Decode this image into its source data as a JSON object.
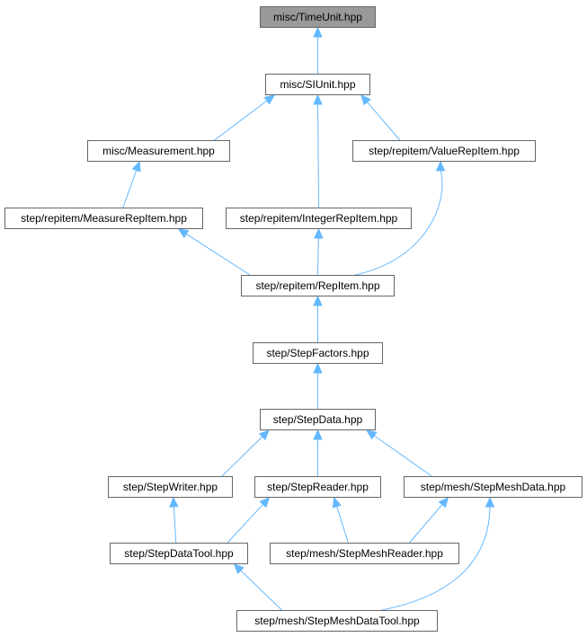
{
  "graph": {
    "edge_color": "#63b8ff",
    "node_border_color": "#666666",
    "highlight_fill": "#999999",
    "nodes": [
      {
        "id": "timeunit",
        "label": "misc/TimeUnit.hpp",
        "highlight": true
      },
      {
        "id": "siunit",
        "label": "misc/SIUnit.hpp"
      },
      {
        "id": "measurement",
        "label": "misc/Measurement.hpp"
      },
      {
        "id": "valuerepitem",
        "label": "step/repitem/ValueRepItem.hpp"
      },
      {
        "id": "measurerepitem",
        "label": "step/repitem/MeasureRepItem.hpp"
      },
      {
        "id": "integerrepitem",
        "label": "step/repitem/IntegerRepItem.hpp"
      },
      {
        "id": "repitem",
        "label": "step/repitem/RepItem.hpp"
      },
      {
        "id": "stepfactors",
        "label": "step/StepFactors.hpp"
      },
      {
        "id": "stepdata",
        "label": "step/StepData.hpp"
      },
      {
        "id": "stepwriter",
        "label": "step/StepWriter.hpp"
      },
      {
        "id": "stepreader",
        "label": "step/StepReader.hpp"
      },
      {
        "id": "stepmeshdata",
        "label": "step/mesh/StepMeshData.hpp"
      },
      {
        "id": "stepdatatool",
        "label": "step/StepDataTool.hpp"
      },
      {
        "id": "stepmeshreader",
        "label": "step/mesh/StepMeshReader.hpp"
      },
      {
        "id": "stepmeshdatatool",
        "label": "step/mesh/StepMeshDataTool.hpp"
      }
    ],
    "edges": [
      {
        "from": "siunit",
        "to": "timeunit"
      },
      {
        "from": "measurement",
        "to": "siunit"
      },
      {
        "from": "integerrepitem",
        "to": "siunit"
      },
      {
        "from": "valuerepitem",
        "to": "siunit"
      },
      {
        "from": "measurerepitem",
        "to": "measurement"
      },
      {
        "from": "repitem",
        "to": "measurerepitem"
      },
      {
        "from": "repitem",
        "to": "integerrepitem"
      },
      {
        "from": "repitem",
        "to": "valuerepitem"
      },
      {
        "from": "stepfactors",
        "to": "repitem"
      },
      {
        "from": "stepdata",
        "to": "stepfactors"
      },
      {
        "from": "stepwriter",
        "to": "stepdata"
      },
      {
        "from": "stepreader",
        "to": "stepdata"
      },
      {
        "from": "stepmeshdata",
        "to": "stepdata"
      },
      {
        "from": "stepdatatool",
        "to": "stepwriter"
      },
      {
        "from": "stepdatatool",
        "to": "stepreader"
      },
      {
        "from": "stepmeshreader",
        "to": "stepreader"
      },
      {
        "from": "stepmeshreader",
        "to": "stepmeshdata"
      },
      {
        "from": "stepmeshdatatool",
        "to": "stepdatatool"
      },
      {
        "from": "stepmeshdatatool",
        "to": "stepmeshdata"
      }
    ]
  }
}
